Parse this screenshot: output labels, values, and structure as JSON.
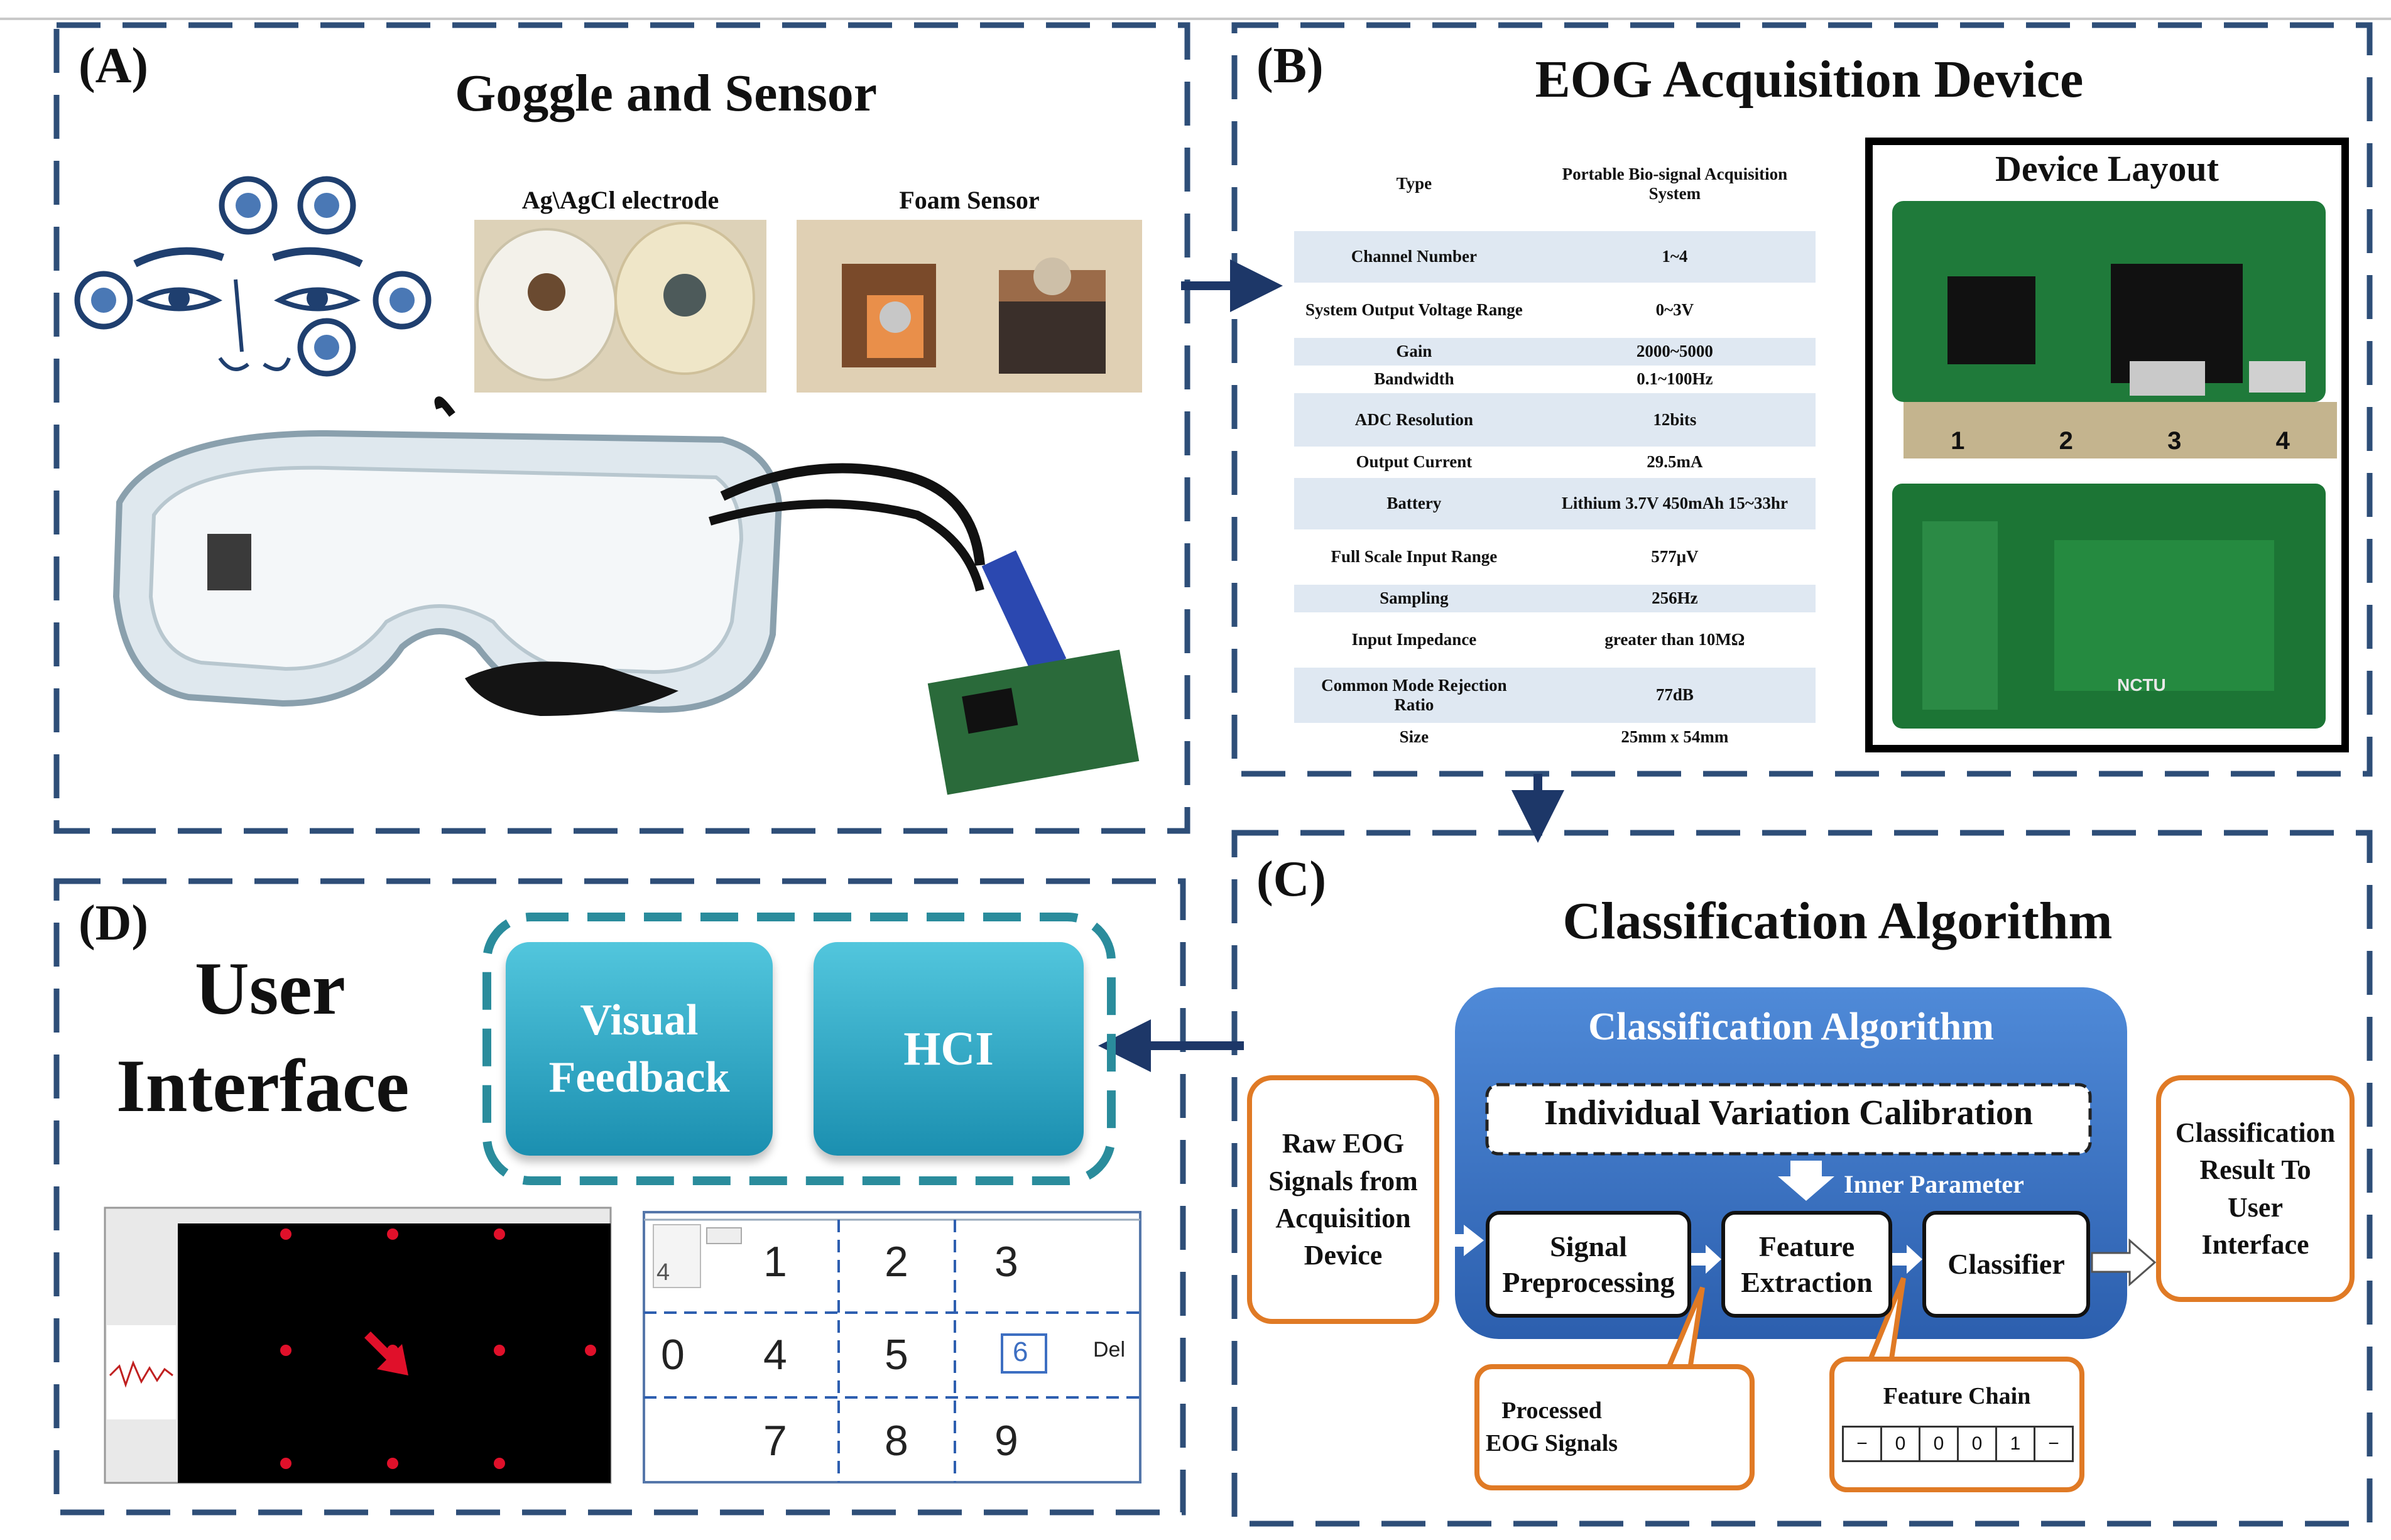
{
  "colors": {
    "dash_border": "#2e4e78",
    "arrow": "#1d3768",
    "orange": "#e07a25",
    "blue_box": "#3f78c9",
    "tile": "#2aa3c4"
  },
  "panel_a": {
    "letter": "(A)",
    "title": "Goggle and  Sensor",
    "electrode_label": "Ag\\AgCl electrode",
    "foam_label": "Foam Sensor"
  },
  "panel_b": {
    "letter": "(B)",
    "title": "EOG Acquisition Device",
    "device_layout_label": "Device Layout",
    "board_ruler_ticks": [
      "1",
      "2",
      "3",
      "4"
    ],
    "board_text": "NCTU",
    "specs": [
      {
        "label": "Type",
        "value": "Portable Bio-signal Acquisition System"
      },
      {
        "label": "Channel Number",
        "value": "1~4"
      },
      {
        "label": "System Output Voltage Range",
        "value": "0~3V"
      },
      {
        "label": "Gain",
        "value": "2000~5000"
      },
      {
        "label": "Bandwidth",
        "value": "0.1~100Hz"
      },
      {
        "label": "ADC Resolution",
        "value": "12bits"
      },
      {
        "label": "Output Current",
        "value": "29.5mA"
      },
      {
        "label": "Battery",
        "value": "Lithium 3.7V 450mAh  15~33hr"
      },
      {
        "label": "Full Scale Input Range",
        "value": "577μV"
      },
      {
        "label": "Sampling",
        "value": "256Hz"
      },
      {
        "label": "Input Impedance",
        "value": "greater than 10MΩ"
      },
      {
        "label": "Common Mode Rejection Ratio",
        "value": "77dB"
      },
      {
        "label": "Size",
        "value": "25mm x 54mm"
      }
    ]
  },
  "panel_c": {
    "letter": "(C)",
    "title": "Classification  Algorithm",
    "inner_title": "Classification Algorithm",
    "calibration": "Individual  Variation Calibration",
    "inner_parameter": "Inner Parameter",
    "signal_preprocessing": "Signal Preprocessing",
    "feature_extraction": "Feature Extraction",
    "classifier": "Classifier",
    "raw_signals": "Raw EOG Signals from Acquisition Device",
    "result": "Classification Result To User Interface",
    "processed_signals": "Processed EOG Signals",
    "feature_chain_label": "Feature Chain",
    "feature_chain": [
      "−",
      "0",
      "0",
      "0",
      "1",
      "−"
    ]
  },
  "panel_d": {
    "letter": "(D)",
    "title_line1": "User",
    "title_line2": "Interface",
    "visual_feedback": "Visual Feedback",
    "hci": "HCI",
    "keypad_entry": "4",
    "keypad": [
      "1",
      "2",
      "3",
      "0",
      "4",
      "5",
      "6",
      "Del",
      "7",
      "8",
      "9"
    ]
  }
}
